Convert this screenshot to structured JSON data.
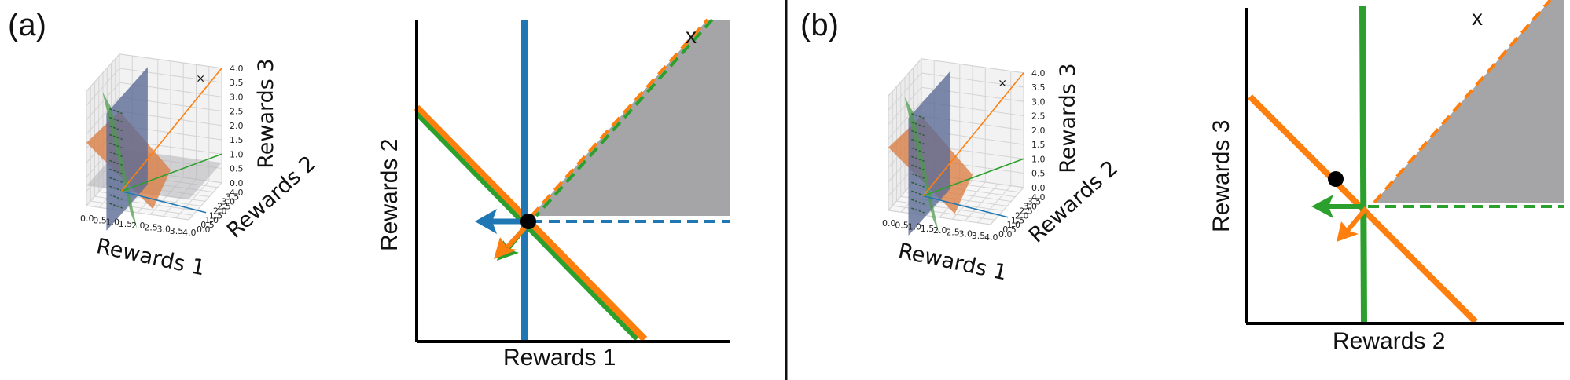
{
  "panels": {
    "a": {
      "label": "(a)"
    },
    "b": {
      "label": "(b)"
    }
  },
  "colors": {
    "blue": "#1f77b4",
    "orange": "#ff7f0e",
    "green": "#2ca02c",
    "gray_region": "#a5a5a7",
    "plane_blue": "#5d6b96",
    "plane_green": "#4d9a4d",
    "plane_orange": "#d97a3e",
    "plane_gray": "#b4b4b8"
  },
  "chart_data": [
    {
      "type": "3d-surface",
      "panel": "a",
      "xlabel": "Rewards 1",
      "ylabel": "Rewards 2",
      "zlabel": "Rewards 3",
      "xlim": [
        0,
        4
      ],
      "ylim": [
        0,
        4
      ],
      "zlim": [
        0,
        4
      ],
      "xticks": [
        "0.0",
        "0.5",
        "1.0",
        "1.5",
        "2.0",
        "2.5",
        "3.0",
        "3.5",
        "4.0"
      ],
      "yticks": [
        "0.0",
        "0.5",
        "1.0",
        "1.5",
        "2.0",
        "2.5",
        "3.0",
        "3.5",
        "4.0"
      ],
      "zticks": [
        "0.0",
        "0.5",
        "1.0",
        "1.5",
        "2.0",
        "2.5",
        "3.0",
        "3.5",
        "4.0"
      ],
      "marker": "x",
      "lines": [
        {
          "color": "blue",
          "from": [
            0,
            0,
            0
          ],
          "to": [
            4,
            0,
            0
          ]
        },
        {
          "color": "green",
          "from": [
            0,
            0,
            0
          ],
          "to": [
            0,
            4,
            1
          ]
        },
        {
          "color": "orange",
          "from": [
            0,
            0,
            0
          ],
          "to": [
            0,
            4,
            4
          ]
        }
      ],
      "grid": true
    },
    {
      "type": "line",
      "panel": "a",
      "xlabel": "Rewards 1",
      "ylabel": "Rewards 2",
      "marker": "x",
      "lines": [
        {
          "color": "blue",
          "style": "solid",
          "desc": "vertical constraint line"
        },
        {
          "color": "green",
          "style": "solid",
          "desc": "diagonal constraint"
        },
        {
          "color": "orange",
          "style": "solid",
          "desc": "diagonal constraint"
        },
        {
          "color": "blue",
          "style": "dashed",
          "desc": "horizontal boundary"
        },
        {
          "color": "green",
          "style": "dashed",
          "desc": "45 degree ray"
        },
        {
          "color": "orange",
          "style": "dashed",
          "desc": "45 degree ray"
        }
      ],
      "arrows": [
        "blue",
        "orange",
        "green"
      ],
      "region": "gray"
    },
    {
      "type": "3d-surface",
      "panel": "b",
      "xlabel": "Rewards 1",
      "ylabel": "Rewards 2",
      "zlabel": "Rewards 3",
      "xlim": [
        0,
        4
      ],
      "ylim": [
        0,
        4
      ],
      "zlim": [
        0,
        4
      ],
      "xticks": [
        "0.0",
        "0.5",
        "1.0",
        "1.5",
        "2.0",
        "2.5",
        "3.0",
        "3.5",
        "4.0"
      ],
      "yticks": [
        "0.0",
        "0.5",
        "1.0",
        "1.5",
        "2.0",
        "2.5",
        "3.0",
        "3.5",
        "4.0"
      ],
      "zticks": [
        "0.0",
        "0.5",
        "1.0",
        "1.5",
        "2.0",
        "2.5",
        "3.0",
        "3.5",
        "4.0"
      ],
      "marker": "x",
      "grid": true
    },
    {
      "type": "line",
      "panel": "b",
      "xlabel": "Rewards 2",
      "ylabel": "Rewards 3",
      "marker": "x",
      "lines": [
        {
          "color": "green",
          "style": "solid",
          "desc": "vertical constraint line"
        },
        {
          "color": "orange",
          "style": "solid",
          "desc": "diagonal constraint"
        },
        {
          "color": "green",
          "style": "dashed",
          "desc": "horizontal boundary"
        },
        {
          "color": "orange",
          "style": "dashed",
          "desc": "45 degree ray"
        }
      ],
      "arrows": [
        "green",
        "orange"
      ],
      "region": "gray"
    }
  ]
}
